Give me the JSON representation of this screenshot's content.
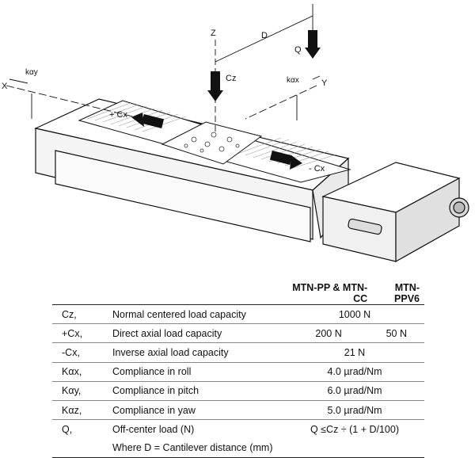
{
  "diagram": {
    "labels": {
      "z": "Z",
      "d": "D",
      "q": "Q",
      "cz": "Cz",
      "kay": "kαy",
      "kax": "kαx",
      "x": "X",
      "y": "Y",
      "plus_cx": "+ Cx",
      "minus_cx": "- Cx"
    }
  },
  "table": {
    "headers": [
      "",
      "",
      "MTN-PP & MTN-CC",
      "MTN-PPV6"
    ],
    "rows": [
      {
        "symbol": "Cz,",
        "description": "Normal centered load capacity",
        "value": "1000 N"
      },
      {
        "symbol": "+Cx,",
        "description": "Direct axial load capacity",
        "value_a": "200 N",
        "value_b": "50 N"
      },
      {
        "symbol": "-Cx,",
        "description": "Inverse axial load capacity",
        "value": "21 N"
      },
      {
        "symbol": "Kαx,",
        "description": "Compliance in roll",
        "value": "4.0 µrad/Nm"
      },
      {
        "symbol": "Kαy,",
        "description": "Compliance in pitch",
        "value": "6.0 µrad/Nm"
      },
      {
        "symbol": "Kαz,",
        "description": "Compliance in yaw",
        "value": "5.0 µrad/Nm"
      },
      {
        "symbol": "Q,",
        "description": "Off-center load (N)",
        "value": "Q ≤Cz ÷ (1 + D/100)"
      },
      {
        "symbol": "",
        "description": "Where D = Cantilever distance (mm)",
        "value": ""
      }
    ]
  }
}
